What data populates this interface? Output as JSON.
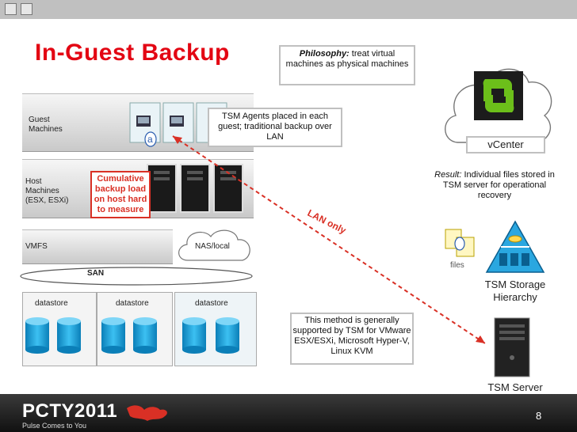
{
  "title": "In-Guest Backup",
  "philosophy": {
    "lead": "Philosophy:",
    "text": " treat virtual machines as physical machines"
  },
  "tsm_agents_note": "TSM Agents placed in each guest; traditional backup over LAN",
  "labels": {
    "guest_machines": [
      "Guest",
      "Machines"
    ],
    "host_machines": [
      "Host",
      "Machines",
      "(ESX, ESXi)"
    ],
    "vmfs": "VMFS",
    "nas_local": "NAS/local",
    "san": "SAN",
    "datastores": [
      "datastore",
      "datastore",
      "datastore"
    ],
    "agent_glyph": "a"
  },
  "cumulative_note": "Cumulative backup load on host hard to measure",
  "lan_only": "LAN only",
  "vcenter_label": "vCenter",
  "result": {
    "lead": "Result:",
    "text": " Individual files stored in TSM server for operational recovery"
  },
  "files_label": "files",
  "tsm_storage_label": "TSM Storage Hierarchy",
  "method_note": "This method is generally supported by TSM for VMware ESX/ESXi, Microsoft Hyper-V, Linux KVM",
  "tsm_server_label": "TSM Server",
  "footer": {
    "logo": "PCTY2011",
    "tagline": "Pulse Comes to You",
    "slide_number": "8"
  },
  "colors": {
    "title_red": "#e30613",
    "callout_red": "#d93025",
    "cylinder_blue": "#1aa3e0",
    "vcenter_green": "#6cbf1a"
  }
}
